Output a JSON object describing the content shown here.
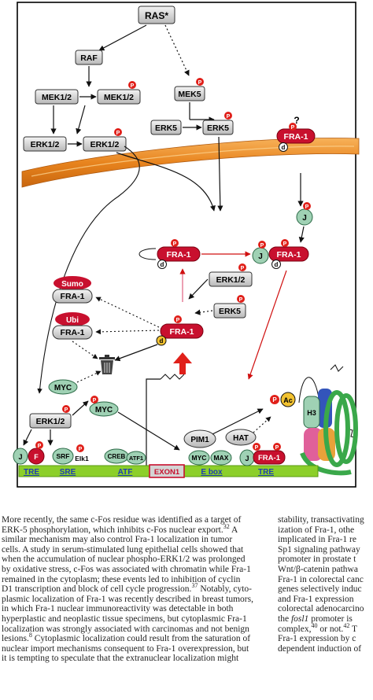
{
  "figure": {
    "nodes": {
      "ras": "RAS*",
      "raf": "RAF",
      "mek12": "MEK1/2",
      "mek12p": "MEK1/2",
      "mek5": "MEK5",
      "erk5a": "ERK5",
      "erk5b": "ERK5",
      "erk12a": "ERK1/2",
      "erk12b": "ERK1/2",
      "question": "?",
      "fra1_top": "FRA-1",
      "d": "d",
      "p": "P",
      "j": "J",
      "fra1_mid": "FRA-1",
      "jfra": "FRA-1",
      "erk12_mid": "ERK1/2",
      "erk5_mid": "ERK5",
      "sumo": "Sumo",
      "fra1_sumo": "FRA-1",
      "ubi": "Ubi",
      "fra1_ubi": "FRA-1",
      "fra1_center": "FRA-1",
      "myc1": "MYC",
      "myc2": "MYC",
      "erk12_low": "ERK1/2",
      "pim1": "PIM1",
      "hat": "HAT",
      "ac": "Ac",
      "h3": "H3",
      "f": "F",
      "srf": "SRF",
      "elk1": "Elk1",
      "creb": "CREB",
      "atf1": "ATF1",
      "myc_box": "MYC",
      "max": "MAX",
      "fra1_dna": "FRA-1"
    },
    "dna_labels": [
      "TRE",
      "SRE",
      "ATF",
      "EXON1",
      "E box",
      "TRE"
    ],
    "colors": {
      "fra1": "#c8102e",
      "green_node": "#9fd1b4",
      "phospho": "#e0201a",
      "membrane": "#f0922a",
      "dna": "#8ccf2a",
      "histone_blue": "#3355bb",
      "histone_pink": "#e0609a",
      "histone_green": "#3aa84a"
    }
  },
  "text": {
    "left_column": [
      "More recently, the same c-Fos residue was identified as a target of",
      "ERK-5 phosphorylation, which inhibits c-Fos nuclear export.",
      "similar mechanism may also control Fra-1 localization in tumor",
      "cells. A study in serum-stimulated lung epithelial cells showed that",
      "when the accumulation of nuclear phospho-ERK1/2 was prolonged",
      "by oxidative stress, c-Fos was associated with chromatin while Fra-1",
      "remained in the cytoplasm; these events led to inhibition of cyclin",
      "D1 transcription and block of cell cycle progression.",
      "plasmic localization of Fra-1 was recently described in breast tumors,",
      "in which Fra-1 nuclear immunoreactivity was detectable in both",
      "hyperplastic and neoplastic tissue specimens, but cytoplasmic Fra-1",
      "localization was strongly associated with carcinomas and not benign",
      "lesions.",
      "nuclear import mechanisms consequent to Fra-1 overexpression, but",
      "it is tempting to speculate that the extranuclear localization might"
    ],
    "left_refs": {
      "ref32": "32",
      "ref32_tail": " A",
      "ref37": "37",
      "ref37_tail": " Notably, cyto-",
      "ref8": "8",
      "ref8_tail": " Cytoplasmic localization could result from the saturation of"
    },
    "right_column": [
      "stability, transactivating",
      "ization of Fra-1, othe",
      "implicated in Fra-1 re",
      "Sp1 signaling pathway",
      "promoter in prostate t",
      "Wnt/β-catenin pathwa",
      "Fra-1 in colorectal canc",
      "genes selectively induc",
      "and Fra-1 expression",
      "colorectal adenocarcino",
      "the ",
      "Fra-1 expression by c",
      "dependent induction of"
    ],
    "right_special": {
      "fosl1": "fosl1",
      "fosl1_tail": " promoter is",
      "complex_pre": "complex,",
      "ref40": "40",
      "or_not": " or not.",
      "ref42": "42",
      "T": " T"
    }
  }
}
